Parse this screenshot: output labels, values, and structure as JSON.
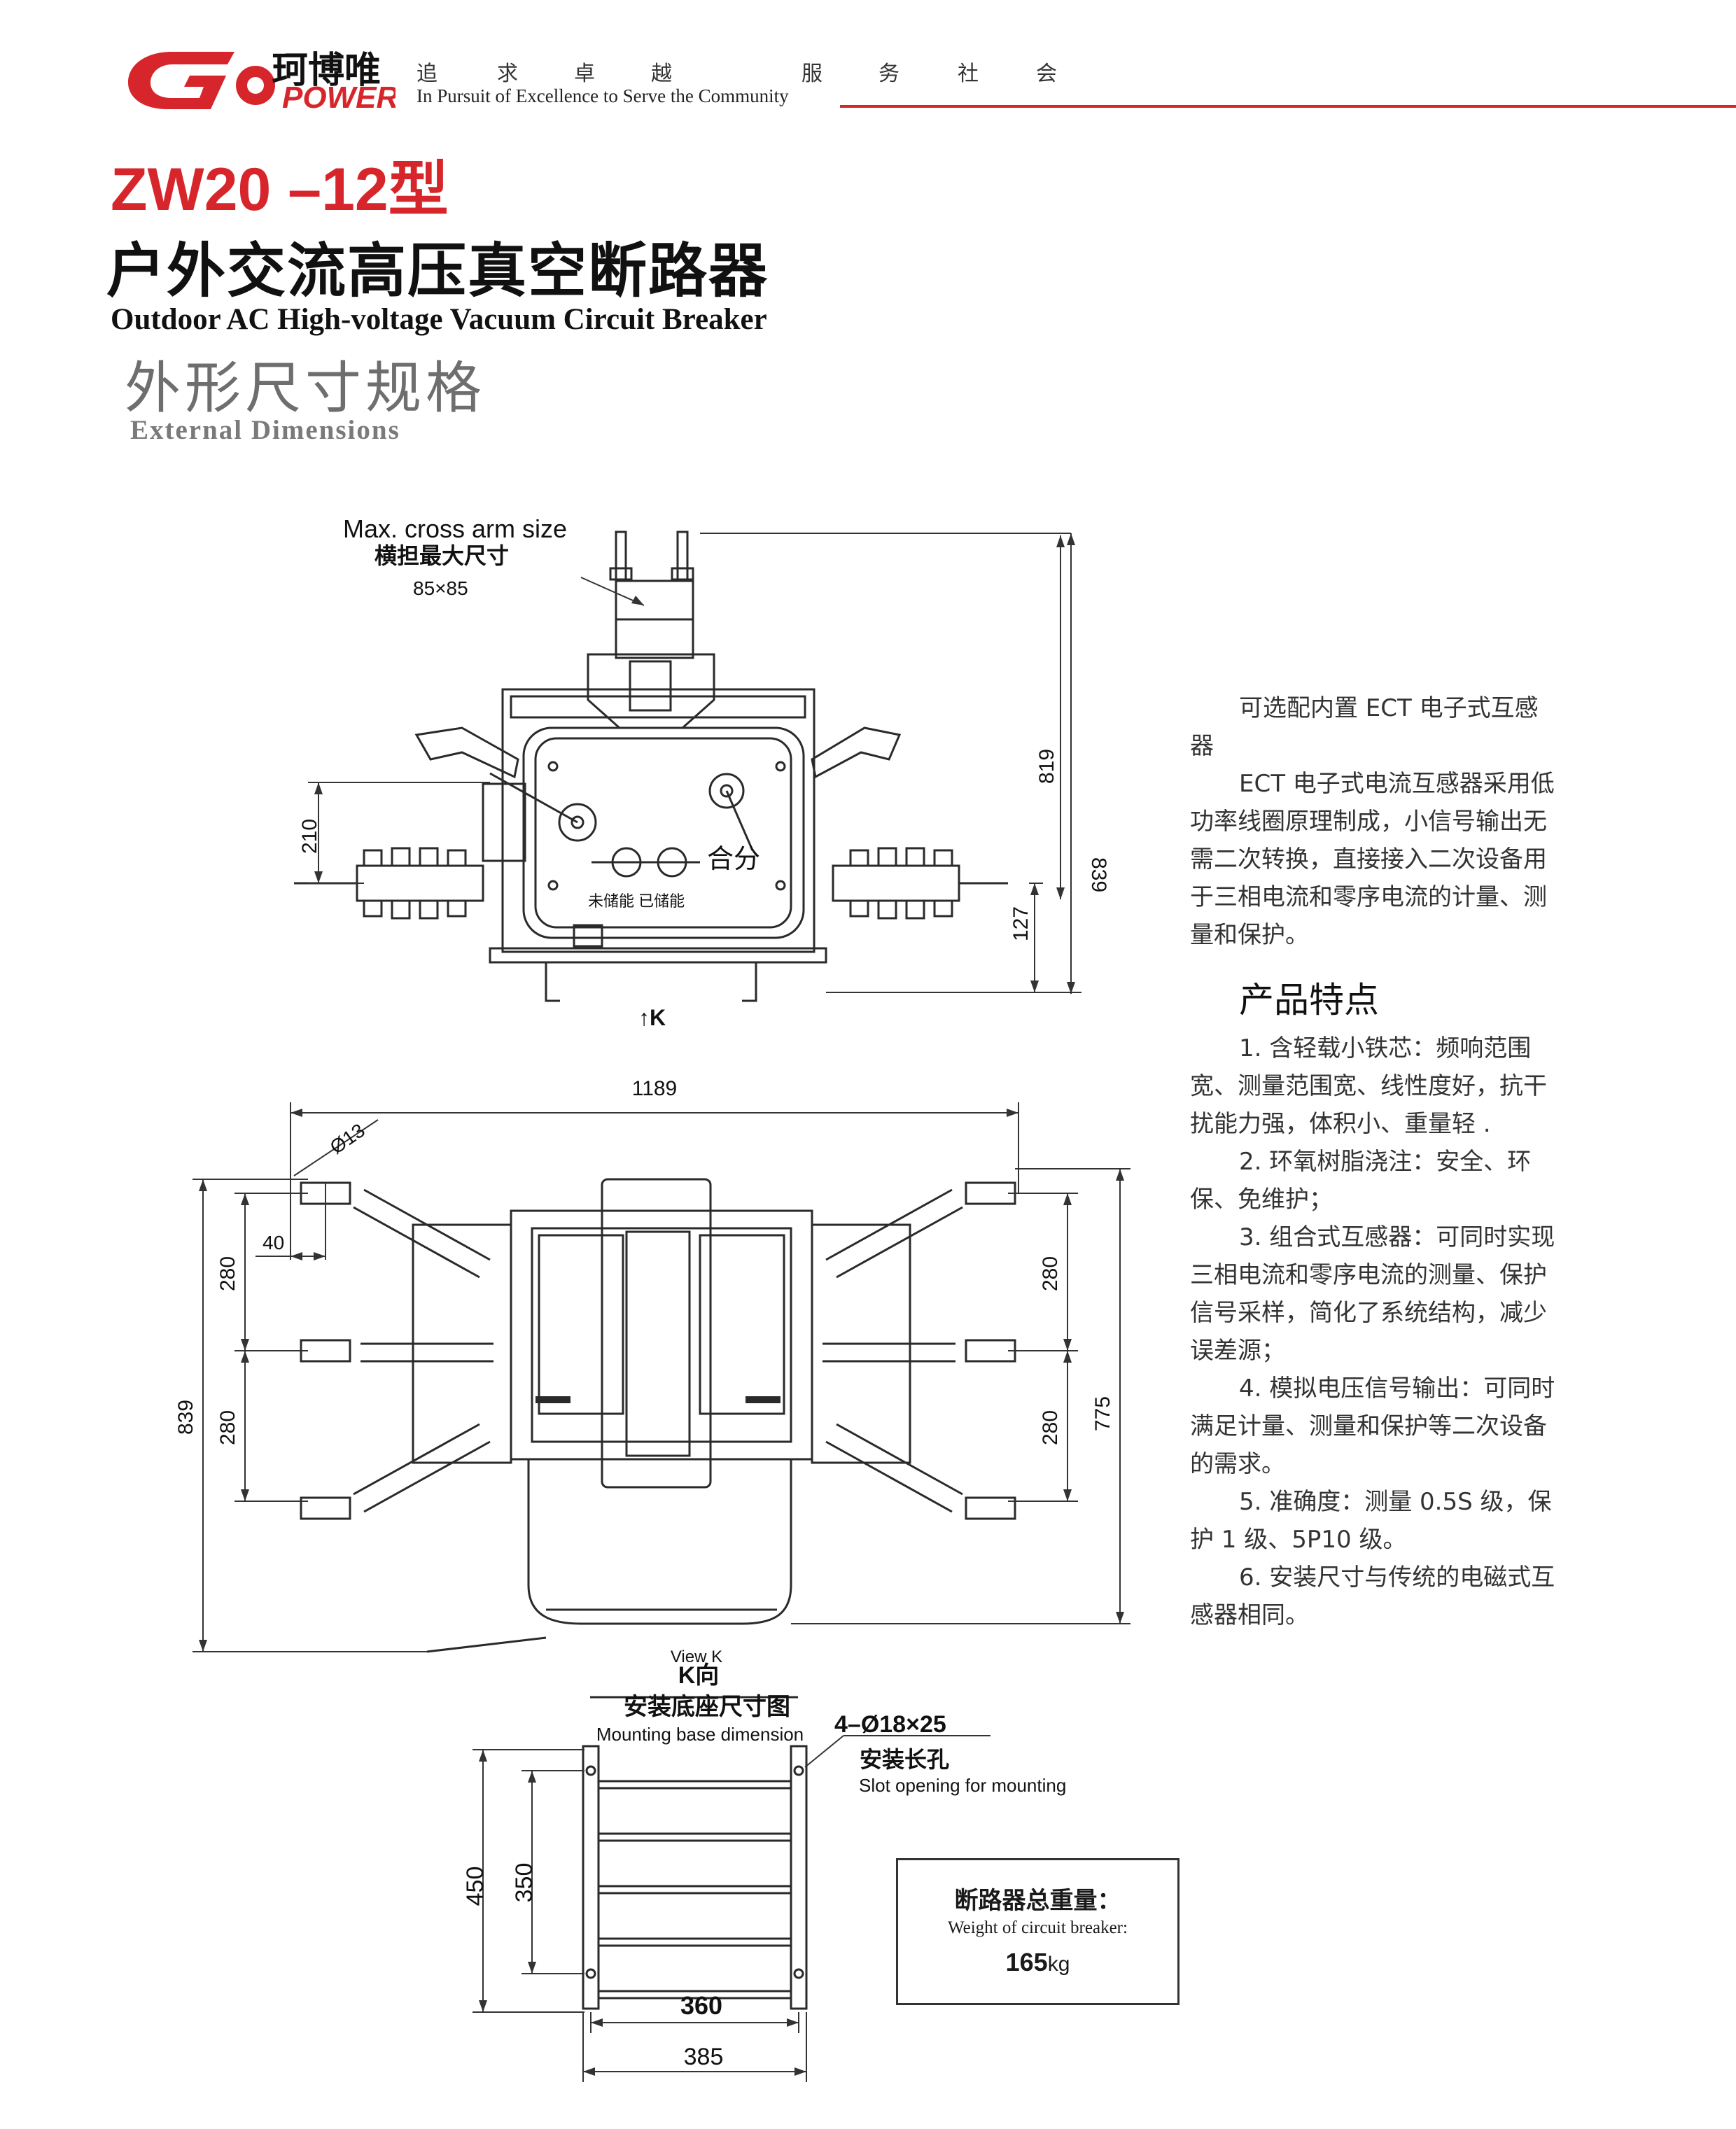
{
  "header": {
    "brand_cn": "珂博唯",
    "brand_logo": "GO POWER",
    "slogan_cn": [
      "追",
      "求",
      "卓",
      "越",
      "服",
      "务",
      "社",
      "会"
    ],
    "slogan_en": "In Pursuit of Excellence to Serve the Community",
    "accent_color": "#d7262b"
  },
  "title": {
    "model": "ZW20 –12型",
    "name_cn": "户外交流高压真空断路器",
    "name_en": "Outdoor AC High-voltage Vacuum Circuit Breaker"
  },
  "section": {
    "title_cn": "外形尺寸规格",
    "title_en": "External Dimensions"
  },
  "drawing_front": {
    "cross_arm_en": "Max. cross arm size",
    "cross_arm_cn": "横担最大尺寸",
    "cross_arm_size": "85×85",
    "dim_210": "210",
    "dim_819": "819",
    "dim_839": "839",
    "dim_127": "127",
    "label_close_open": "合分",
    "label_charge": "未储能 已储能",
    "view_marker": "↑K"
  },
  "drawing_top": {
    "dim_1189": "1189",
    "dim_phi13": "Ø13",
    "dim_40": "40",
    "dim_280_a": "280",
    "dim_280_b": "280",
    "dim_839": "839",
    "dim_280_c": "280",
    "dim_280_d": "280",
    "dim_775": "775"
  },
  "drawing_base": {
    "view_en": "View K",
    "view_cn": "K向",
    "title_cn": "安装底座尺寸图",
    "title_en": "Mounting base dimension",
    "slot_spec": "4–Ø18×25",
    "slot_cn": "安装长孔",
    "slot_en": "Slot opening for mounting",
    "dim_450": "450",
    "dim_350": "350",
    "dim_360": "360",
    "dim_385": "385"
  },
  "weight": {
    "label_cn": "断路器总重量：",
    "label_en": "Weight of circuit breaker:",
    "value": "165",
    "unit": "kg"
  },
  "description": {
    "intro_1": "可选配内置 ECT 电子式互感器",
    "intro_2": "ECT 电子式电流互感器采用低功率线圈原理制成，小信号输出无需二次转换，直接接入二次设备用于三相电流和零序电流的计量、测量和保护。",
    "features_title": "产品特点",
    "features": [
      "1. 含轻载小铁芯：频响范围宽、测量范围宽、线性度好，抗干扰能力强，体积小、重量轻 .",
      "2. 环氧树脂浇注：安全、环保、免维护；",
      "3. 组合式互感器：可同时实现三相电流和零序电流的测量、保护信号采样，简化了系统结构，减少误差源；",
      "4. 模拟电压信号输出：可同时满足计量、测量和保护等二次设备的需求。",
      "5. 准确度：测量 0.5S 级，保护 1 级、5P10 级。",
      "6. 安装尺寸与传统的电磁式互感器相同。"
    ]
  }
}
